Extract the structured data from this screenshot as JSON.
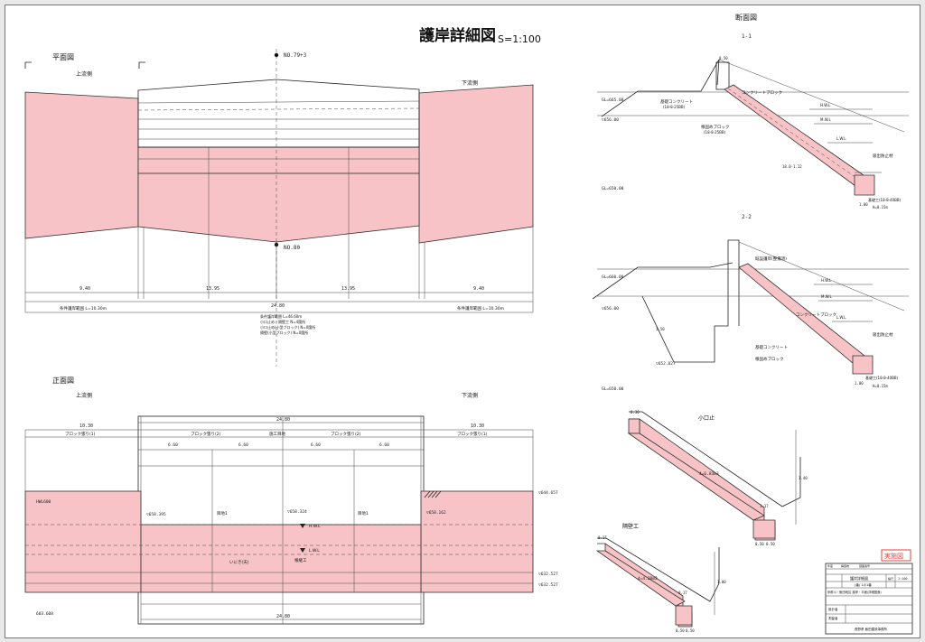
{
  "title": "護岸詳細図",
  "scale": "S=1:100",
  "plan": {
    "label": "平面図",
    "upstream": "上流側",
    "downstream": "下流側",
    "station_top": "NO.79+3",
    "station_bottom": "NO.80",
    "dims": [
      "9.40",
      "13.95",
      "13.95",
      "9.40"
    ],
    "total": "24.80",
    "left_note": "条件護岸範囲 L=10.30m",
    "right_note": "条件護岸範囲 L=10.30m",
    "center_notes": [
      "条件護岸範囲 L=46.60m",
      "小口止め・隔壁工 N=4箇所",
      "小口止め(小型ブロック) N=0箇所",
      "隔壁(小型ブロック) N=0箇所"
    ]
  },
  "front": {
    "label": "正面図",
    "upstream": "上流側",
    "downstream": "下流側",
    "top_total": "24.80",
    "side_dim_left": "10.30",
    "side_dim_right": "10.30",
    "block_labels": [
      "ブロック張り(1)",
      "ブロック張り(2)",
      "施工目地",
      "ブロック張り(2)",
      "ブロック張り(1)"
    ],
    "sub_dims": [
      "6.60",
      "6.60",
      "6.60",
      "6.60"
    ],
    "levels": [
      "▽658.395",
      "▽658.324",
      "▽658.162",
      "▽644.657",
      "▽632.527",
      "▽632.527"
    ],
    "water_marks": [
      "H.W.L",
      "L.W.L"
    ],
    "notes": [
      "目地1",
      "目地1",
      "根継工"
    ],
    "left_elev": "HWL600",
    "bottom_total": "24.80",
    "bottom_left": "603.608",
    "centre_note": "いにき(天)"
  },
  "section": {
    "label": "断面図",
    "s11": "1-1",
    "s22": "2-2",
    "labels_11": [
      "コンクリートブロック",
      "基礎コンクリート",
      "(18-8-25BB)",
      "根固めブロック",
      "(18-8-25BB)",
      "吸出防止材",
      "H.W.L",
      "M.W.L",
      "L.W.L",
      "基礎工(18-8-40BB)"
    ],
    "labels_22": [
      "既設護岸(整備済)",
      "コンクリートブロック",
      "基礎コンクリート",
      "根固めブロック",
      "H.W.L",
      "M.W.L",
      "L.W.L",
      "吸出防止材",
      "基礎工(18-8-40BB)"
    ],
    "elev_11": [
      "GL=665.00",
      "▽656.00",
      "GL=650.00"
    ],
    "elev_22": [
      "GL=660.00",
      "▽656.00",
      "▽652.827",
      "GL=650.00"
    ],
    "dims_11": [
      "0.50",
      "1.00",
      "1.00",
      "H=0.15m",
      "18.0-1.12"
    ],
    "dims_22": [
      "1.50",
      "H=0.15m",
      "1.00"
    ]
  },
  "koguchi": {
    "label": "小口止",
    "dim_slope": "4=6.83m3",
    "dims": [
      "0.30",
      "1.17",
      "1.40",
      "0.50",
      "0.50"
    ]
  },
  "kakuheki": {
    "label": "隔壁工",
    "dim_slope": "4=4.28m2",
    "dims": [
      "0.17",
      "0.17",
      "0.50",
      "1.00",
      "0.50"
    ]
  },
  "stamp": "実施図",
  "title_block": {
    "header": [
      "年度",
      "構造物",
      "図面番号"
    ],
    "drawing_name": "護岸詳細図",
    "scale_label": "縮尺",
    "scale_value": "1:100",
    "sheet_no": "(番) 1の1番",
    "project": "伊那川・飯田地区 護岸・平面(詳細図面)",
    "design": "設計者",
    "survey": "測量者",
    "office": "長野県 飯田建設事務所"
  },
  "colors": {
    "pink": "#f7c3c6",
    "line": "#222222",
    "stamp": "#e0453f"
  }
}
